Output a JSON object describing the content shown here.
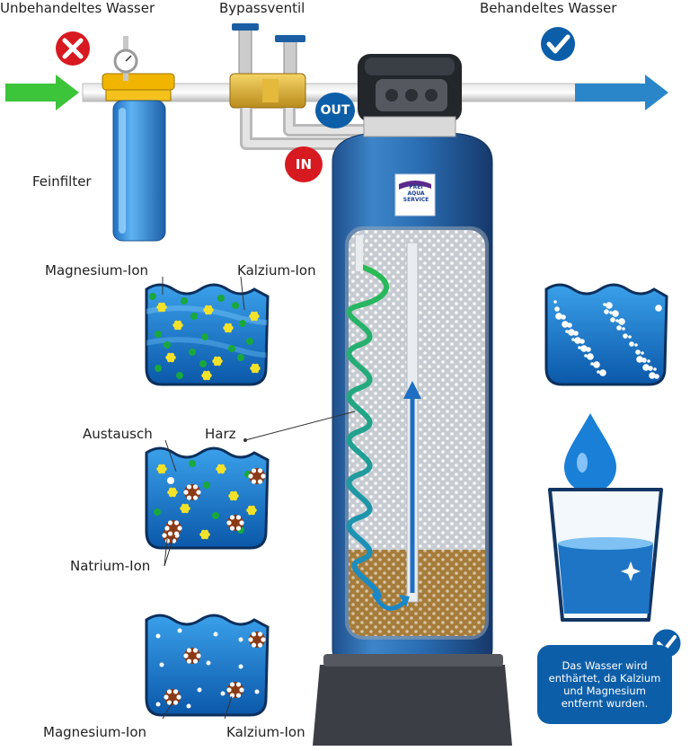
{
  "labels": {
    "untreated_water": "Unbehandeltes Wasser",
    "bypass_valve": "Bypassventil",
    "treated_water": "Behandeltes Wasser",
    "fine_filter": "Feinfilter",
    "magnesium_ion_top": "Magnesium-Ion",
    "calcium_ion_top": "Kalzium-Ion",
    "exchange": "Austausch",
    "resin": "Harz",
    "sodium_ion": "Natrium-Ion",
    "magnesium_ion_bottom": "Magnesium-Ion",
    "calcium_ion_bottom": "Kalzium-Ion",
    "in_tag": "IN",
    "out_tag": "OUT",
    "brand_line1": "FREI",
    "brand_line2": "AQUA",
    "brand_line3": "SERVICE"
  },
  "callout": {
    "text": "Das Wasser wird enthärtet, da Kalzium und Magnesium entfernt wurden."
  },
  "icons": {
    "reject": "x-mark-icon",
    "accept": "checkmark-icon",
    "callout_accept": "checkmark-icon",
    "inflow_arrow": "arrow-right-icon",
    "outflow_arrow": "arrow-right-icon",
    "water_drop": "water-drop-icon",
    "glass": "water-glass-icon",
    "pressure_gauge": "gauge-icon"
  },
  "colors": {
    "inflow_arrow": "#3cc43a",
    "outflow_arrow": "#2a86c9",
    "reject": "#d71920",
    "accept": "#0d5ea8",
    "tank": "#2c6db0",
    "magnesium_ion": "#19a83c",
    "calcium_ion": "#f3e22a",
    "sodium_ion": "#ffffff",
    "resin": "#8b3a16"
  }
}
